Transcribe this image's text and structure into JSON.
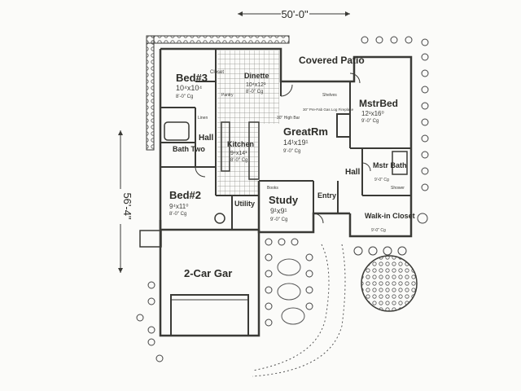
{
  "plan": {
    "overall_width": "50'-0\"",
    "overall_depth": "56'-4\"",
    "rooms": {
      "bed3": {
        "name": "Bed#3",
        "size": "10⁴x10⁴",
        "ceiling": "8'-0\" Cg"
      },
      "dinette": {
        "name": "Dinette",
        "size": "10⁴x12¹",
        "ceiling": "8'-0\" Cg"
      },
      "patio": {
        "name": "Covered Patio"
      },
      "master": {
        "name": "MstrBed",
        "size": "12¹x16⁰",
        "ceiling": "9'-0\" Cg"
      },
      "greatrm": {
        "name": "GreatRm",
        "size": "14¹x19¹",
        "ceiling": "9'-0\" Cg"
      },
      "kitchen": {
        "name": "Kitchen",
        "size": "9⁴x14¹",
        "ceiling": "8'-0\" Cg"
      },
      "bathtwo": {
        "name": "Bath Two"
      },
      "hall": {
        "name": "Hall"
      },
      "hall2": {
        "name": "Hall"
      },
      "mstrbath": {
        "name": "Mstr Bath",
        "ceiling": "9'-0\" Cg"
      },
      "bed2": {
        "name": "Bed#2",
        "size": "9⁴x11⁰",
        "ceiling": "8'-0\" Cg"
      },
      "utility": {
        "name": "Utility"
      },
      "study": {
        "name": "Study",
        "size": "9¹x9¹",
        "ceiling": "9'-0\" Cg"
      },
      "entry": {
        "name": "Entry"
      },
      "walkin": {
        "name": "Walk-in Closet",
        "ceiling": "9'-0\" Cg"
      },
      "garage": {
        "name": "2-Car Gar"
      }
    },
    "notes": {
      "closet": "Closet",
      "linen": "Linen",
      "pantry": "Pantry",
      "books": "Books",
      "fireplace": "30\" Pre-Fab Gas Log Fireplace",
      "bar": "30\" High Bar",
      "shelves": "Shelves",
      "shower": "Shower"
    }
  },
  "colors": {
    "ink": "#3a3a36",
    "paper": "#fbfbf9",
    "tile": "#8a8a84"
  }
}
